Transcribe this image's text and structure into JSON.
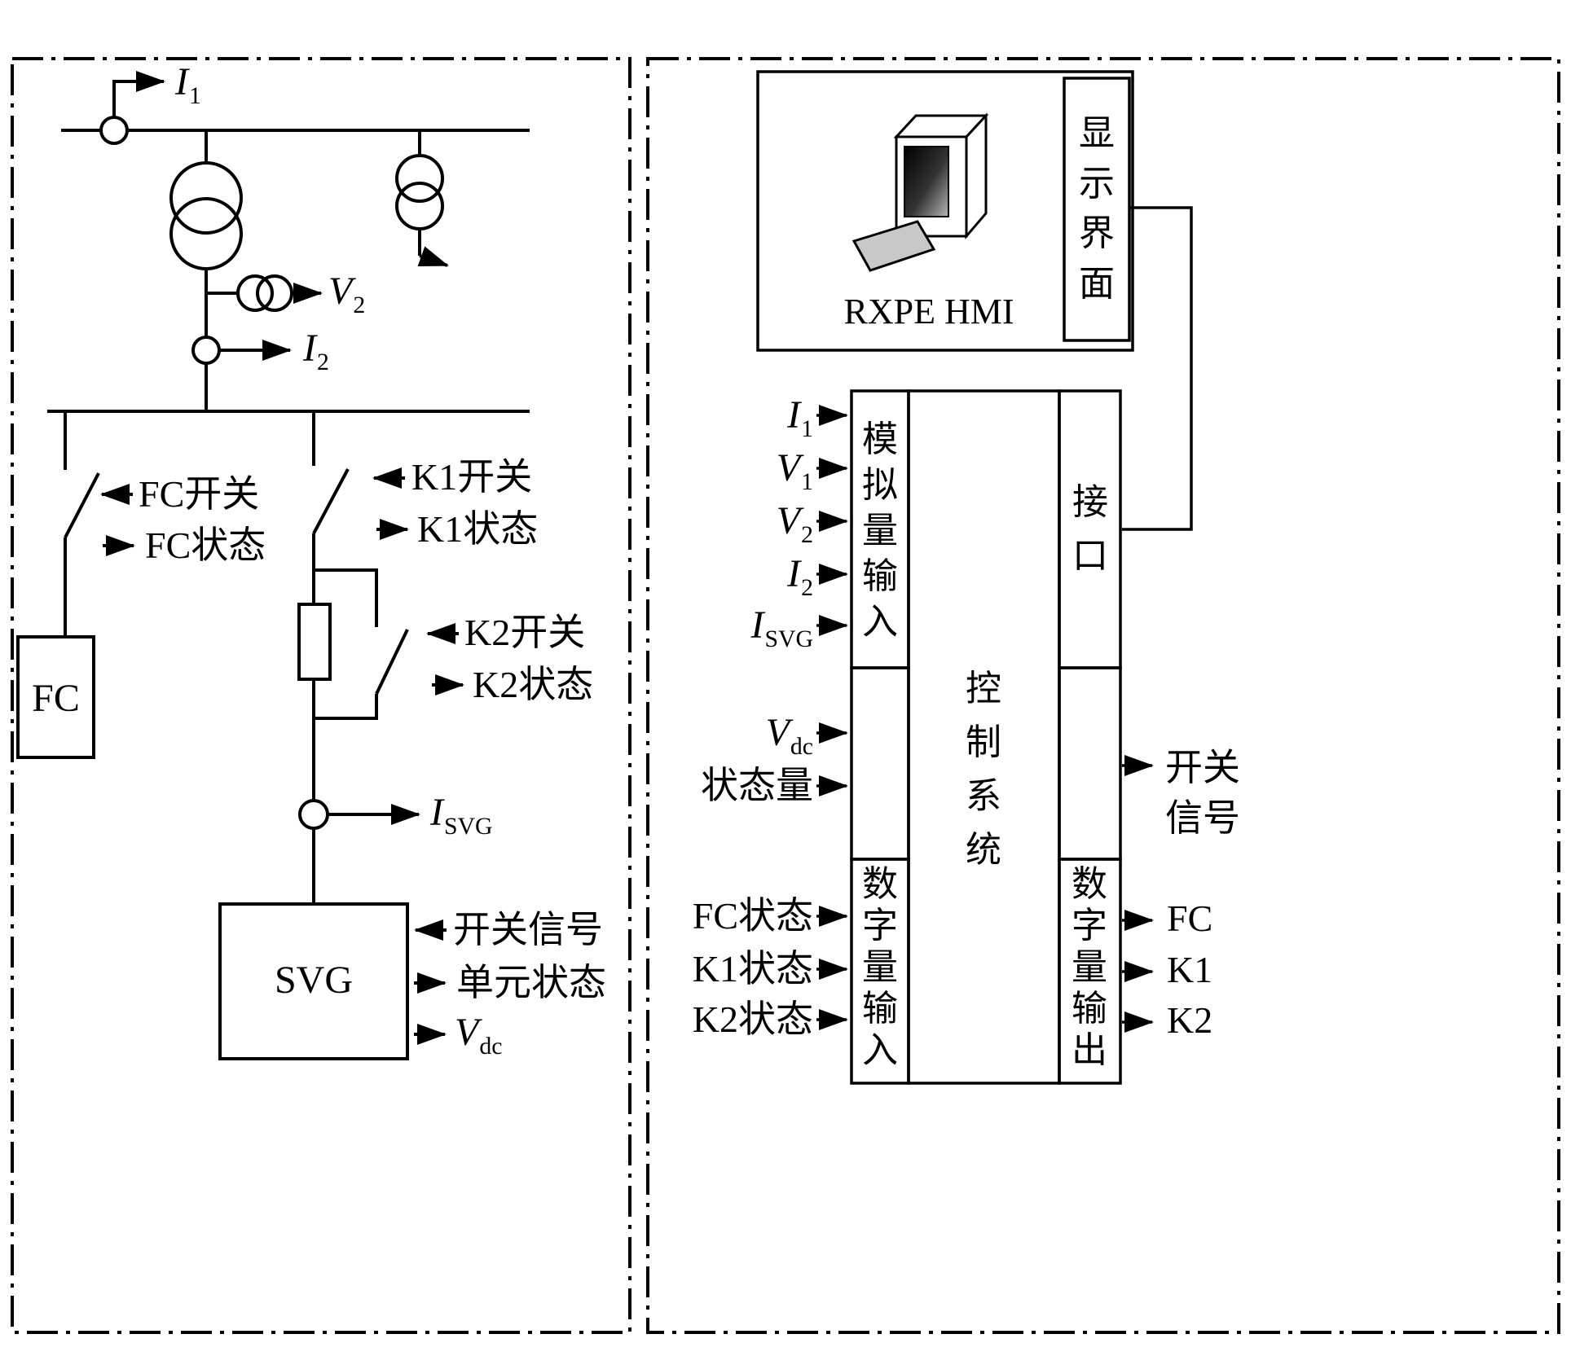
{
  "left_panel": {
    "i1": {
      "main": "I",
      "sub": "1"
    },
    "v2": {
      "main": "V",
      "sub": "2"
    },
    "i2": {
      "main": "I",
      "sub": "2"
    },
    "isvg": {
      "main": "I",
      "sub": "SVG"
    },
    "vdc": {
      "main": "V",
      "sub": "dc"
    },
    "fc_switch": "FC开关",
    "fc_status": "FC状态",
    "k1_switch": "K1开关",
    "k1_status": "K1状态",
    "k2_switch": "K2开关",
    "k2_status": "K2状态",
    "fc_box": "FC",
    "svg_box": "SVG",
    "switch_signal": "开关信号",
    "unit_status": "单元状态"
  },
  "right_panel": {
    "hmi": "RXPE HMI",
    "display_interface": "显示界面",
    "analog_input": "模拟量输入",
    "control_system": "控制系统",
    "interface": "接口",
    "digital_input": "数字量输入",
    "digital_output": "数字量输出",
    "inputs": {
      "i1": {
        "main": "I",
        "sub": "1"
      },
      "v1": {
        "main": "V",
        "sub": "1"
      },
      "v2": {
        "main": "V",
        "sub": "2"
      },
      "i2": {
        "main": "I",
        "sub": "2"
      },
      "isvg": {
        "main": "I",
        "sub": "SVG"
      },
      "vdc": {
        "main": "V",
        "sub": "dc"
      },
      "status": "状态量",
      "fc_status": "FC状态",
      "k1_status": "K1状态",
      "k2_status": "K2状态"
    },
    "outputs": {
      "switch_signal_1": "开关",
      "switch_signal_2": "信号",
      "fc": "FC",
      "k1": "K1",
      "k2": "K2"
    }
  },
  "colors": {
    "line": "#000000",
    "background": "#ffffff",
    "screen_dark": "#111111",
    "keyboard_gray": "#c8c8c8"
  }
}
